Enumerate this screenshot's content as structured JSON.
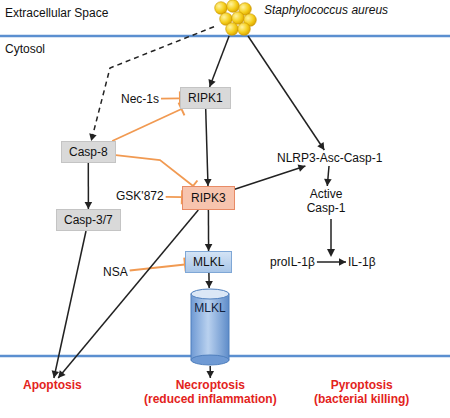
{
  "diagram": {
    "nodes": [
      {
        "text": [
          "Staphylococcus aureus"
        ]
      },
      {
        "text": [
          "RIPK1"
        ]
      },
      {
        "text": [
          "Nec-1s"
        ]
      },
      {
        "text": [
          "Casp-8"
        ]
      },
      {
        "text": [
          "NLRP3-Asc-Casp-1"
        ]
      },
      {
        "text": [
          "GSK'872"
        ]
      },
      {
        "text": [
          "RIPK3"
        ]
      },
      {
        "text": [
          "Casp-3/7"
        ]
      },
      {
        "text": [
          "Active Casp-1"
        ]
      },
      {
        "text": [
          "MLKL"
        ]
      },
      {
        "text": [
          "NSA"
        ]
      },
      {
        "text": [
          "proIL-1β"
        ]
      },
      {
        "text": [
          "IL-1β"
        ]
      },
      {
        "text": [
          "MLKL"
        ]
      },
      {
        "text": [
          "Apoptosis"
        ]
      },
      {
        "text": [
          "Necroptosis",
          "(reduced inflammation)"
        ]
      },
      {
        "text": [
          "Pyroptosis",
          "(bacterial killing)"
        ]
      }
    ],
    "edges": [
      {
        "from": 0,
        "to": 3,
        "arrow": "to"
      },
      {
        "from": 0,
        "to": 1,
        "arrow": "to"
      },
      {
        "from": 0,
        "to": 4,
        "arrow": "to"
      },
      {
        "from": 2,
        "to": 1,
        "arrow": "none"
      },
      {
        "from": 3,
        "to": 1,
        "arrow": "none"
      },
      {
        "from": 3,
        "to": 6,
        "arrow": "none"
      },
      {
        "from": 1,
        "to": 6,
        "arrow": "to"
      },
      {
        "from": 5,
        "to": 6,
        "arrow": "none"
      },
      {
        "from": 6,
        "to": 4,
        "arrow": "to"
      },
      {
        "from": 3,
        "to": 7,
        "arrow": "to"
      },
      {
        "from": 6,
        "to": 9,
        "arrow": "to"
      },
      {
        "from": 10,
        "to": 9,
        "arrow": "none"
      },
      {
        "from": 6,
        "to": 14,
        "arrow": "to"
      },
      {
        "from": 7,
        "to": 14,
        "arrow": "to"
      },
      {
        "from": 4,
        "to": 8,
        "arrow": "to"
      },
      {
        "from": 11,
        "to": 12,
        "arrow": "to"
      },
      {
        "from": 9,
        "to": 13,
        "arrow": "to"
      },
      {
        "from": 13,
        "to": 15,
        "arrow": "to"
      }
    ],
    "labels": [
      "Extracellular Space",
      "Cytosol"
    ]
  }
}
